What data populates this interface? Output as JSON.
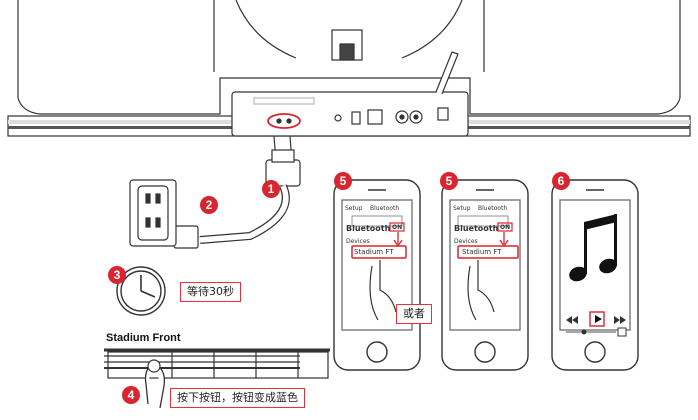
{
  "steps": [
    {
      "number": "1"
    },
    {
      "number": "2"
    },
    {
      "number": "3",
      "note": "等待30秒"
    },
    {
      "number": "4",
      "note": "按下按钮，按钮变成蓝色"
    },
    {
      "number": "5"
    },
    {
      "number": "5"
    },
    {
      "number": "6"
    }
  ],
  "device": {
    "model_label": "Stadium Front"
  },
  "or_label": "或者",
  "phone_screen": {
    "back_label": "Setup",
    "title": "Bluetooth",
    "toggle_row": "Bluetooth",
    "toggle_value": "ON",
    "devices_header": "Devices",
    "device_entry": "Stadium FT"
  },
  "colors": {
    "accent": "#d9252f",
    "line": "#333333",
    "outline": "#e5333e"
  }
}
